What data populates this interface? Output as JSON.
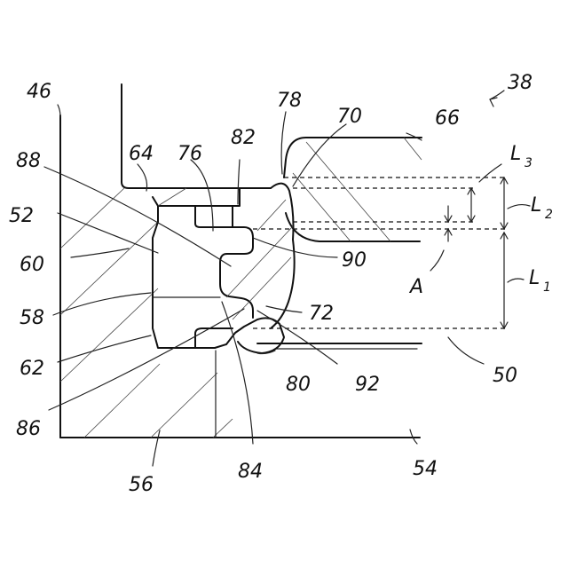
{
  "labels": {
    "l46": "46",
    "l38": "38",
    "l78": "78",
    "l70": "70",
    "l66": "66",
    "l88": "88",
    "l64": "64",
    "l76": "76",
    "l82": "82",
    "l52": "52",
    "l60": "60",
    "l58": "58",
    "l62": "62",
    "l86": "86",
    "l56": "56",
    "l84": "84",
    "l80": "80",
    "l92": "92",
    "l90": "90",
    "l72": "72",
    "l54": "54",
    "l50": "50",
    "lA": "A",
    "lL1": "L",
    "lL1sub": "1",
    "lL2": "L",
    "lL2sub": "2",
    "lL3": "L",
    "lL3sub": "3"
  },
  "colors": {
    "ink": "#111111",
    "background": "#ffffff"
  }
}
